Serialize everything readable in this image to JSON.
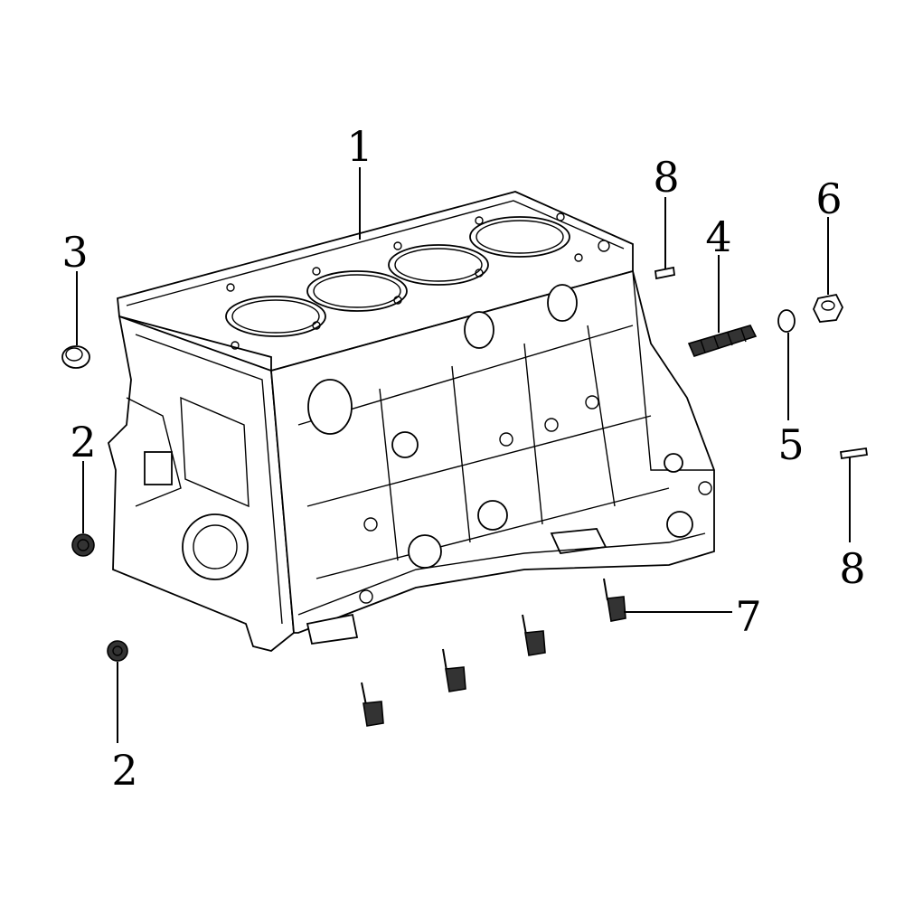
{
  "callouts": [
    {
      "id": "1",
      "label": "1"
    },
    {
      "id": "2a",
      "label": "2"
    },
    {
      "id": "2b",
      "label": "2"
    },
    {
      "id": "3",
      "label": "3"
    },
    {
      "id": "4",
      "label": "4"
    },
    {
      "id": "5",
      "label": "5"
    },
    {
      "id": "6",
      "label": "6"
    },
    {
      "id": "7",
      "label": "7"
    },
    {
      "id": "8a",
      "label": "8"
    },
    {
      "id": "8b",
      "label": "8"
    }
  ]
}
